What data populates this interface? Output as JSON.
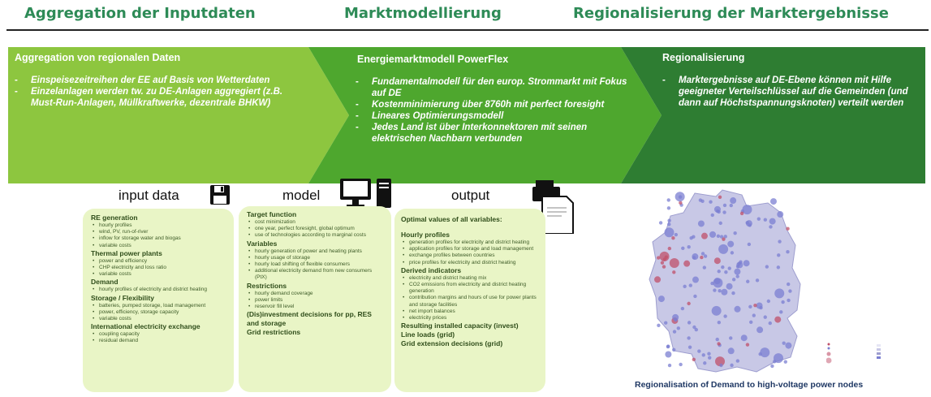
{
  "headers": {
    "h1": "Aggregation der Inputdaten",
    "h2": "Marktmodellierung",
    "h3": "Regionalisierung der Marktergebnisse"
  },
  "stages": {
    "s1": {
      "title": "Aggregation von regionalen Daten",
      "bullets": [
        "Einspeisezeitreihen der EE auf Basis von Wetterdaten",
        "Einzelanlagen werden tw. zu DE-Anlagen aggregiert (z.B. Must-Run-Anlagen, Müllkraftwerke, dezentrale BHKW)"
      ]
    },
    "s2": {
      "title": "Energiemarktmodell PowerFlex",
      "bullets": [
        "Fundamentalmodell für den europ. Strommarkt mit Fokus auf DE",
        "Kostenminimierung über 8760h mit perfect foresight",
        "Lineares Optimierungsmodell",
        "Jedes Land ist über Interkonnektoren mit seinen elektrischen Nachbarn verbunden"
      ]
    },
    "s3": {
      "title": "Regionalisierung",
      "bullets": [
        "Marktergebnisse auf DE-Ebene können mit Hilfe geeigneter Verteilschlüssel auf die Gemeinden (und dann auf Höchstspannungsknoten) verteilt werden"
      ]
    }
  },
  "labels": {
    "input": "input data",
    "model": "model",
    "output": "output"
  },
  "input_box": {
    "sections": [
      {
        "title": "RE generation",
        "items": [
          "hourly profiles",
          "wind, PV, run-of-river",
          "inflow for storage water and biogas",
          "variable costs"
        ]
      },
      {
        "title": "Thermal power plants",
        "items": [
          "power and efficiency",
          "CHP electricity and loss ratio",
          "variable costs"
        ]
      },
      {
        "title": "Demand",
        "items": [
          "hourly profiles of electricity and district heating"
        ]
      },
      {
        "title": "Storage / Flexibility",
        "items": [
          "batteries, pumped storage, load management",
          "power, efficiency, storage capacity",
          "variable costs"
        ]
      },
      {
        "title": "International electricity exchange",
        "items": [
          "coupling capacity",
          "residual demand"
        ]
      }
    ]
  },
  "model_box": {
    "sections": [
      {
        "title": "Target function",
        "items": [
          "cost minimization",
          "one year, perfect foresight, global optimum",
          "use of technologies according to marginal costs"
        ]
      },
      {
        "title": "Variables",
        "items": [
          "hourly generation of power and heating plants",
          "hourly usage of storage",
          "hourly load shifting of flexible consumers",
          "additional electricity demand from new consumers (PtX)"
        ]
      },
      {
        "title": "Restrictions",
        "items": [
          "hourly demand coverage",
          "power limits",
          "reservoir fill level"
        ]
      },
      {
        "title": "(Dis)investment decisions for pp, RES and storage",
        "items": []
      },
      {
        "title": "Grid restrictions",
        "items": []
      }
    ]
  },
  "output_box": {
    "intro": "Optimal values of all variables:",
    "sections": [
      {
        "title": "Hourly profiles",
        "items": [
          "generation profiles for electricity and district heating",
          "application profiles for storage and load management",
          "exchange profiles between countries",
          "price profiles for electricity and district heating"
        ]
      },
      {
        "title": "Derived indicators",
        "items": [
          "electricity and district heating mix",
          "CO2 emissions from electricity and district heating generation",
          "contribution margins and hours of use for power plants and storage facilities",
          "net import balances",
          "electricity prices"
        ]
      },
      {
        "title": "Resulting installed capacity (invest)",
        "items": []
      },
      {
        "title": "Line loads (grid)",
        "items": []
      },
      {
        "title": "Grid extension decisions (grid)",
        "items": []
      }
    ]
  },
  "map_caption": "Regionalisation of Demand to high-voltage power nodes",
  "colors": {
    "header_text": "#2e8b57",
    "stage1": "#8dc63f",
    "stage2": "#4ea72e",
    "stage3": "#2e7d32",
    "box_bg": "#e9f5c6",
    "map_fill": "#c8c8e6",
    "node_blue": "#7b7fd1",
    "node_red": "#c0506a"
  },
  "icons": [
    "floppy-disk-icon",
    "computer-icon",
    "document-printer-icon"
  ]
}
